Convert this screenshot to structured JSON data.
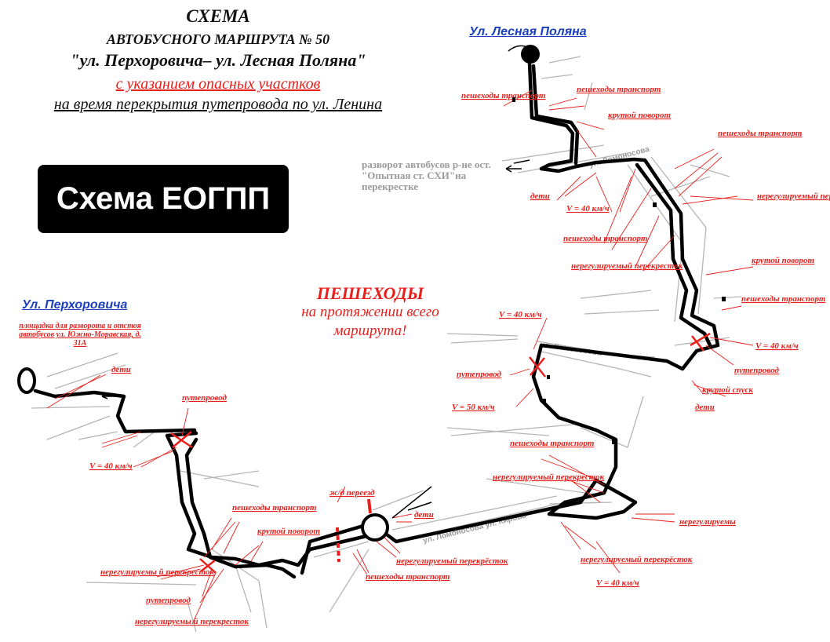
{
  "header": {
    "title_line1": "СХЕМА",
    "title_line2": "АВТОБУСНОГО МАРШРУТА № 50",
    "title_line3": "\"ул. Перхоровича– ул. Лесная Поляна\"",
    "title_line4": "с указанием опасных участков",
    "title_line5": "на время перекрытия путепровода по ул. Ленина"
  },
  "badge": "Схема ЕОГПП",
  "terminals": {
    "north": "Ул. Лесная Поляна",
    "west": "Ул. Перхоровича"
  },
  "pedestrian_note": {
    "line1": "ПЕШЕХОДЫ",
    "line2": "на протяжении всего",
    "line3": "маршрута!"
  },
  "turnaround_note": "разворот автобусов р-не ост. \"Опытная ст. СХИ\"на перекрестке",
  "west_pad_note": "площадка для разворота и отстоя автобусов ул. Южно-Моравская, д. 31А",
  "streets": {
    "lomonosova": "ул. Ломоносова",
    "lomonosova_kirova": "ул. Ломоносова ул. Кирова"
  },
  "annotations": {
    "a1": "пешеходы транспорт",
    "a2": "пешеходы транспорт",
    "a3": "крутой поворот",
    "a4": "пешеходы транспорт",
    "a5": "дети",
    "a6": "V = 40 км/ч",
    "a7": "нерегулируемый перекресток",
    "a8": "пешеходы транспорт",
    "a9": "нерегулируемый перекресток",
    "a10": "крутой поворот",
    "a11": "пешеходы транспорт",
    "a12": "V = 40 км/ч",
    "a13": "путепровод",
    "a14": "крутой спуск",
    "a15": "дети",
    "a16": "V = 40 км/ч",
    "a17": "путепровод",
    "a18": "V = 50 км/ч",
    "a19": "пешеходы транспорт",
    "a20": "нерегулируемый перекресток",
    "a21": "нерегулируемы",
    "a22": "нерегулируемый перекрёсток",
    "a23": "V = 40 км/ч",
    "a24": "ж/д переезд",
    "a25": "дети",
    "a26": "нерегулируемый перекрёсток",
    "a27": "пешеходы транспорт",
    "a28": "дети",
    "a29": "V = 40 км/ч",
    "a30": "путепровод",
    "a31": "пешеходы транспорт",
    "a32": "крутой поворот",
    "a33": "нерегулируемы й перекресток",
    "a34": "путепровод",
    "a35": "нерегулируемы й перекресток"
  },
  "colors": {
    "route": "#000000",
    "warning": "#e8201c",
    "terminal_link": "#1a3fbf",
    "street": "#9a9a9a"
  }
}
